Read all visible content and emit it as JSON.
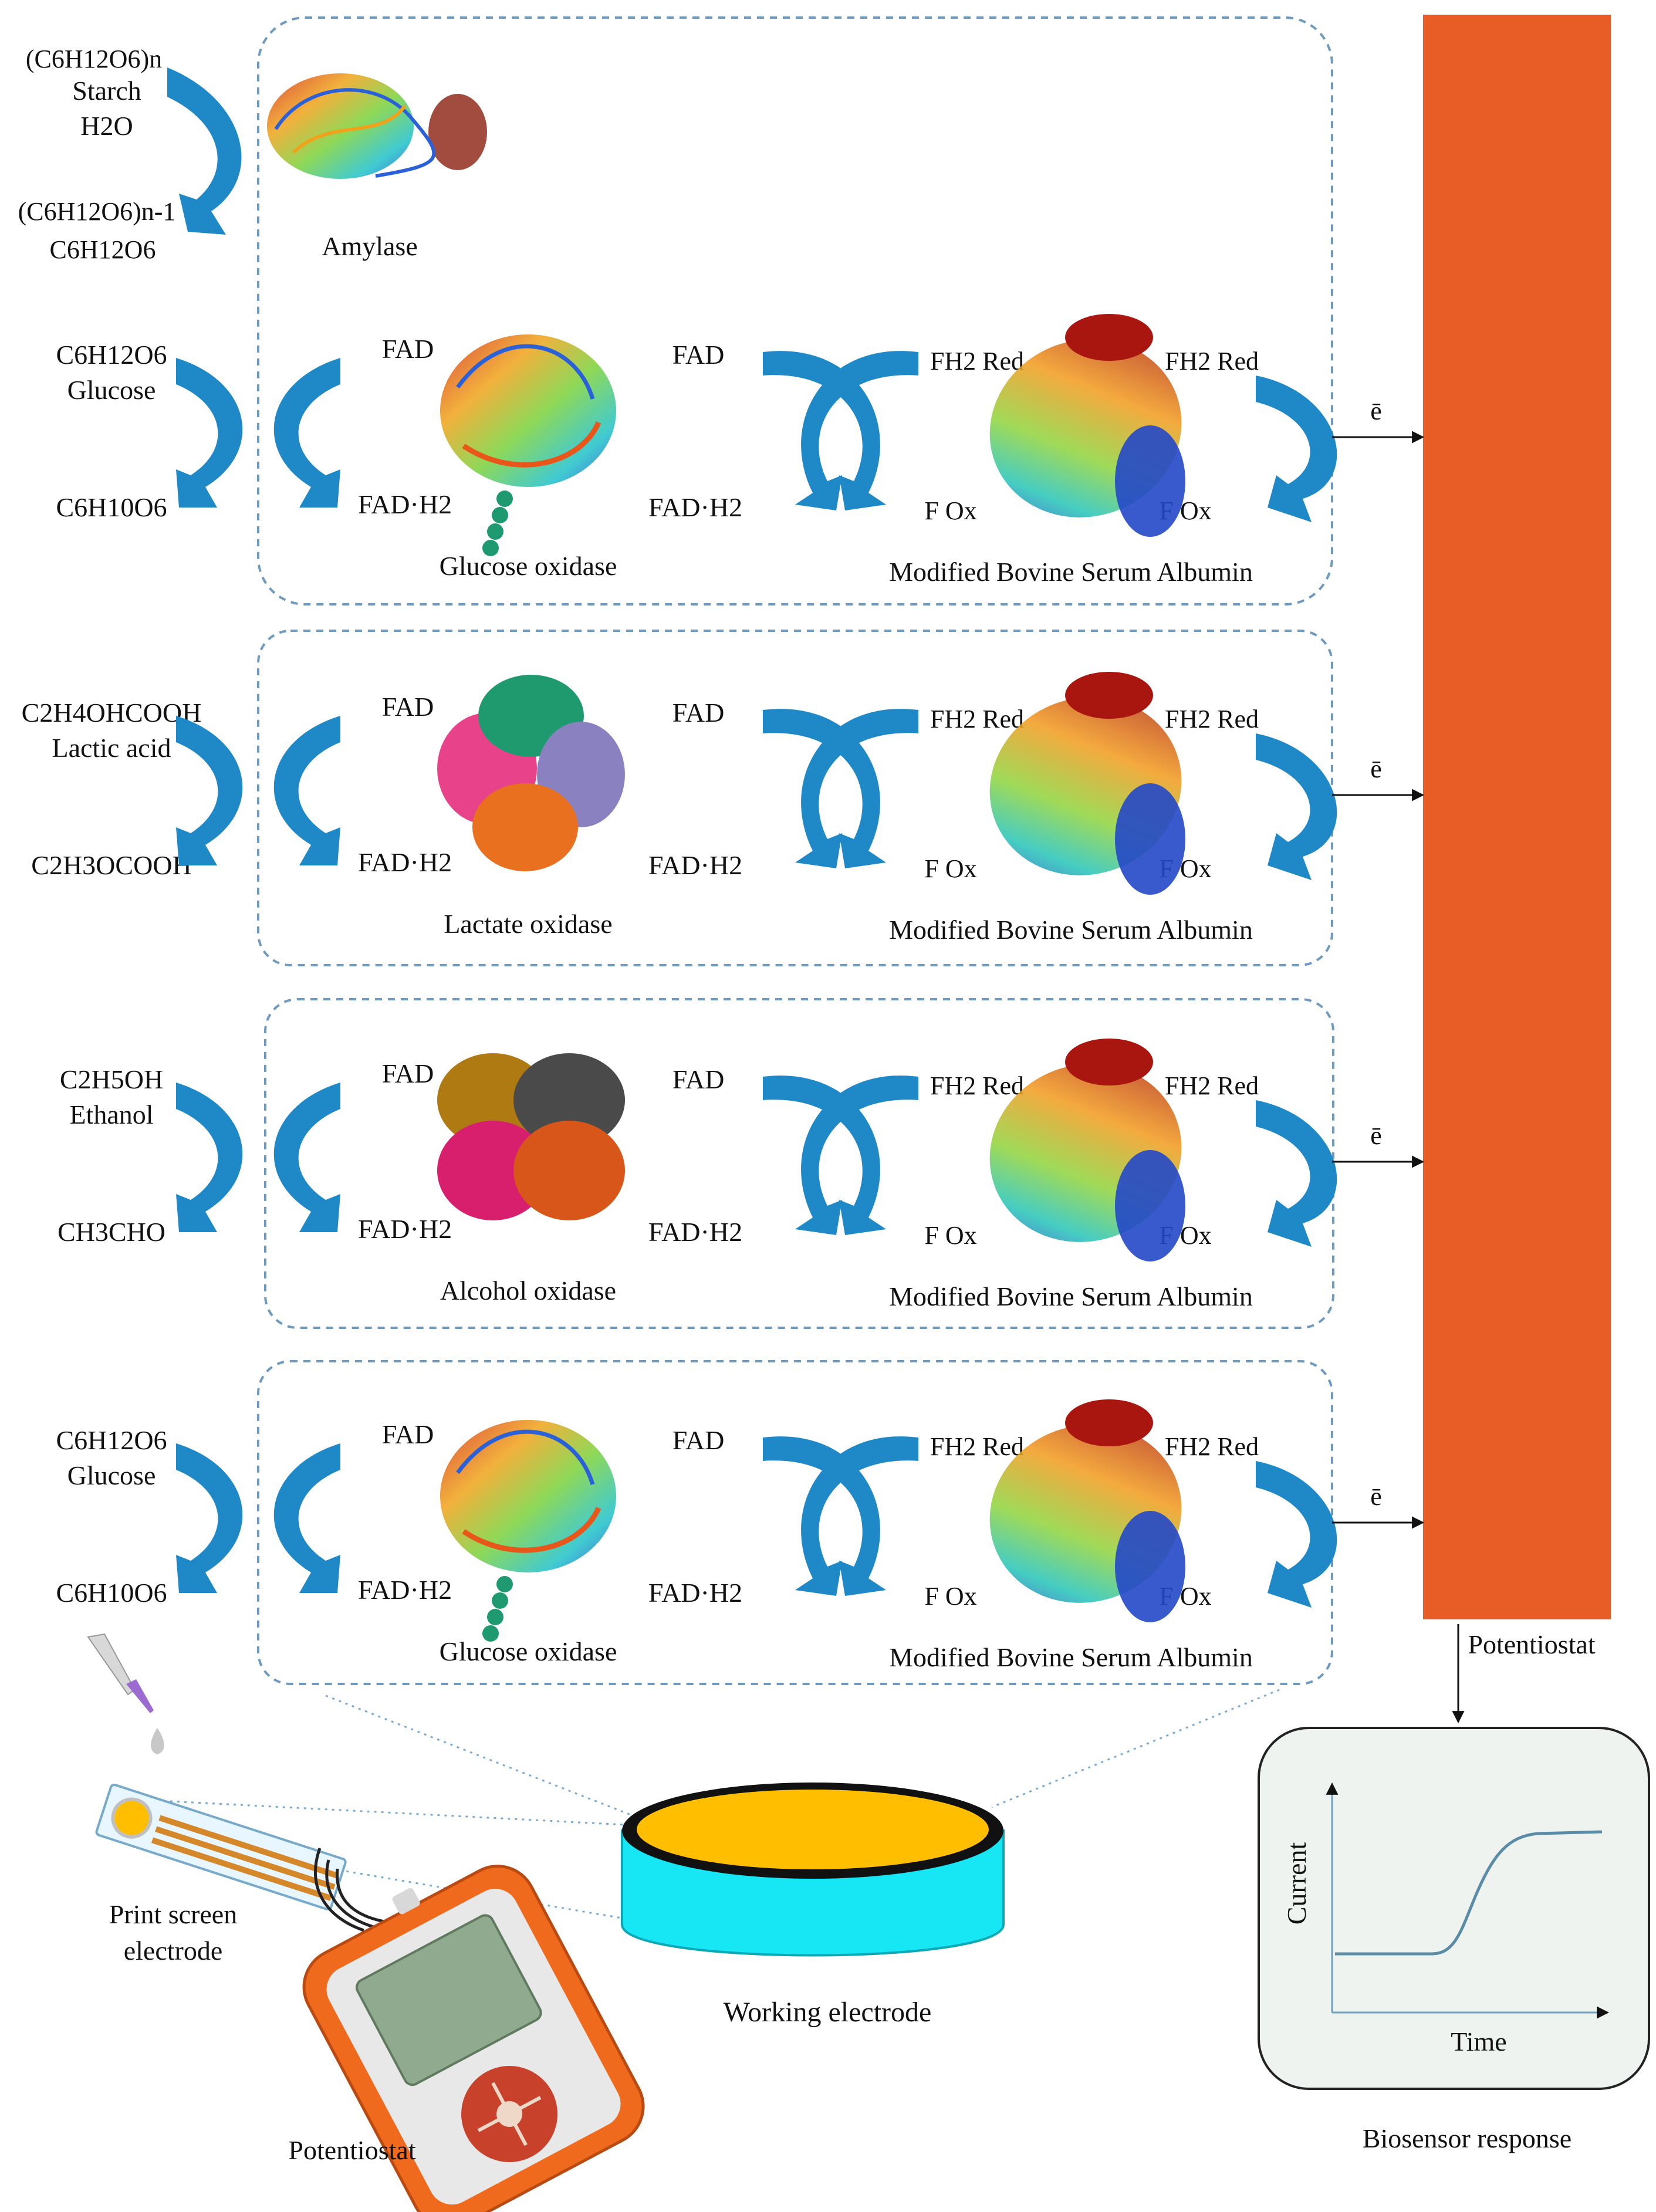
{
  "colors": {
    "arrow_blue": "#1f88c7",
    "arrow_blue_light": "#4fb0e3",
    "box_dash": "#6f9ac0",
    "potentiostat_bar": "#e85c25",
    "electrode_top": "#ffbf00",
    "electrode_side": "#17e6f5",
    "response_bg": "#eef3ef",
    "curve": "#5a8ca8",
    "device_body": "#f06a1e",
    "device_screen": "#8faa8f",
    "device_button": "#c8412a"
  },
  "amylase": {
    "substrate_lines": [
      "(C6H12O6)n",
      "Starch",
      "H2O"
    ],
    "product_lines": [
      "(C6H12O6)n-1",
      "C6H12O6"
    ],
    "enzyme_name": "Amylase"
  },
  "labels": {
    "fad": "FAD",
    "fadh2": "FAD·H2",
    "fh2_red": "FH2 Red",
    "f_ox": "F Ox",
    "electron": "ē",
    "mediator": "Modified Bovine Serum Albumin"
  },
  "rows": [
    {
      "substrate_formula": "C6H12O6",
      "substrate_name": "Glucose",
      "product_formula": "C6H10O6",
      "enzyme_name": "Glucose oxidase"
    },
    {
      "substrate_formula": "C2H4OHCOOH",
      "substrate_name": "Lactic acid",
      "product_formula": "C2H3OCOOH",
      "enzyme_name": "Lactate oxidase"
    },
    {
      "substrate_formula": "C2H5OH",
      "substrate_name": "Ethanol",
      "product_formula": "CH3CHO",
      "enzyme_name": "Alcohol oxidase"
    },
    {
      "substrate_formula": "C6H12O6",
      "substrate_name": "Glucose",
      "product_formula": "C6H10O6",
      "enzyme_name": "Glucose oxidase"
    }
  ],
  "bottom": {
    "potentiostat_bar_label": "Potentiostat",
    "working_electrode_label": "Working electrode",
    "print_electrode_line1": "Print screen",
    "print_electrode_line2": "electrode",
    "device_label": "Potentiostat",
    "response_title": "Biosensor response",
    "response_xlabel": "Time",
    "response_ylabel": "Current"
  }
}
